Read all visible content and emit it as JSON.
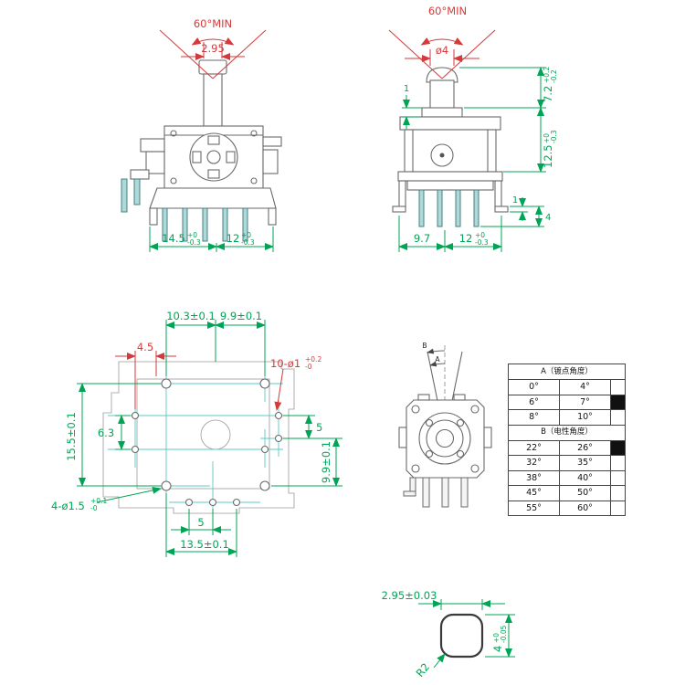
{
  "colors": {
    "red": "#d43a3a",
    "green": "#00a455",
    "teal": "#5bc8c8",
    "line": "#6a6a6a"
  },
  "front_view": {
    "angle": "60°MIN",
    "stem_width": "2.95",
    "width_left": "14.5",
    "width_left_tol_up": "+0",
    "width_left_tol_dn": "-0.3",
    "width_right": "12",
    "width_right_tol_up": "+0",
    "width_right_tol_dn": "-0.3"
  },
  "side_view": {
    "angle": "60°MIN",
    "shaft_dia": "ø4",
    "gap_top": "1",
    "shaft_height": "7.2",
    "shaft_height_tol_up": "+0.2",
    "shaft_height_tol_dn": "-0.2",
    "body_height": "12.5",
    "body_height_tol_up": "+0",
    "body_height_tol_dn": "-0.3",
    "leg_gap": "1",
    "pin_length": "4",
    "width_left": "9.7",
    "width_right": "12",
    "width_right_tol_up": "+0",
    "width_right_tol_dn": "-0.3"
  },
  "footprint_view": {
    "pitch_top_left": "10.3±0.1",
    "pitch_top_right": "9.9±0.1",
    "offset_top": "4.5",
    "pin_holes": "10-ø1",
    "pin_holes_tol_up": "+0.2",
    "pin_holes_tol_dn": "-0",
    "height_left": "15.5±0.1",
    "pitch_left": "6.3",
    "pitch_right": "5",
    "height_right": "9.9±0.1",
    "mount_holes": "4-ø1.5",
    "mount_holes_tol_up": "+0.1",
    "mount_holes_tol_dn": "-0",
    "pitch_bottom": "5",
    "width_bottom": "13.5±0.1"
  },
  "top_view": {
    "label_a": "A",
    "label_b": "B"
  },
  "angle_table": {
    "header_a": "A（镀点角度）",
    "rows_a": [
      [
        "0°",
        "4°"
      ],
      [
        "6°",
        "7°"
      ],
      [
        "8°",
        "10°"
      ]
    ],
    "marked_a": 1,
    "header_b": "B（电性角度）",
    "rows_b": [
      [
        "22°",
        "26°"
      ],
      [
        "32°",
        "35°"
      ],
      [
        "38°",
        "40°"
      ],
      [
        "45°",
        "50°"
      ],
      [
        "55°",
        "60°"
      ]
    ],
    "marked_b": 0
  },
  "detail_view": {
    "tip_width": "2.95±0.03",
    "tip_height": "4",
    "tip_height_tol_up": "+0",
    "tip_height_tol_dn": "-0.05",
    "corner_radius": "R2"
  }
}
